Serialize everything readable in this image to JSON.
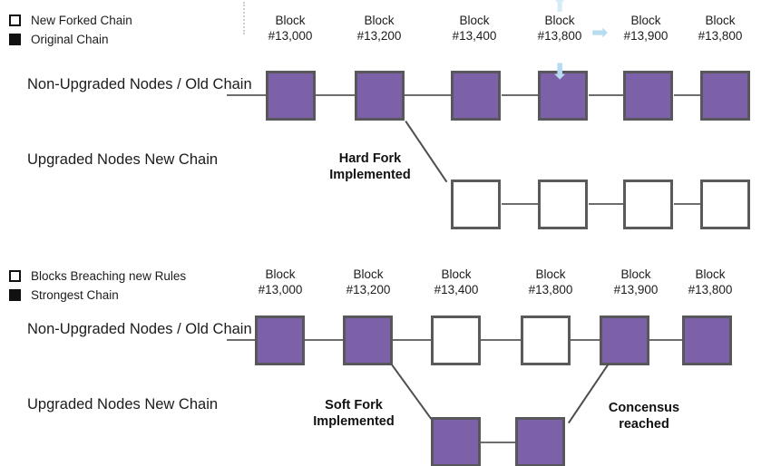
{
  "diagram": {
    "title_visible": false,
    "colors": {
      "block_purple": "#7d61a8",
      "block_white": "#ffffff",
      "block_border": "#58575c",
      "connector": "#6d6d6d",
      "text": "#1c1c1c",
      "cursor_arrow": "#b7dcf2"
    }
  },
  "hard_fork_section": {
    "legend": [
      {
        "swatch": "hollow-square",
        "label": "New Forked Chain"
      },
      {
        "swatch": "filled-square",
        "label": "Original Chain"
      }
    ],
    "row_labels": [
      {
        "line1": "Non-Upgraded",
        "line2": "Nodes / Old Chain"
      },
      {
        "line1": "Upgraded Nodes",
        "line2": "New Chain"
      }
    ],
    "old_chain_blocks": [
      {
        "line1": "Block",
        "line2": "#13,000",
        "fill": "purple"
      },
      {
        "line1": "Block",
        "line2": "#13,200",
        "fill": "purple"
      },
      {
        "line1": "Block",
        "line2": "#13,400",
        "fill": "purple"
      },
      {
        "line1": "Block",
        "line2": "#13,800",
        "fill": "purple"
      },
      {
        "line1": "Block",
        "line2": "#13,900",
        "fill": "purple"
      },
      {
        "line1": "Block",
        "line2": "#13,800",
        "fill": "purple"
      }
    ],
    "new_chain_blocks": [
      {
        "fill": "white"
      },
      {
        "fill": "white"
      },
      {
        "fill": "white"
      },
      {
        "fill": "white"
      }
    ],
    "annotation": {
      "line1": "Hard Fork",
      "line2": "Implemented"
    },
    "cursor_arrows": [
      {
        "name": "down-arrow-cursor",
        "glyph": "⬇"
      },
      {
        "name": "right-arrow-cursor",
        "glyph": "➡"
      },
      {
        "name": "up-arrow-cursor",
        "glyph": "⬆"
      }
    ]
  },
  "soft_fork_section": {
    "legend": [
      {
        "swatch": "hollow-square",
        "label": "Blocks Breaching new Rules"
      },
      {
        "swatch": "filled-square",
        "label": "Strongest Chain"
      }
    ],
    "row_labels": [
      {
        "line1": "Non-Upgraded",
        "line2": "Nodes / Old Chain"
      },
      {
        "line1": "Upgraded Nodes",
        "line2": "New Chain"
      }
    ],
    "old_chain_blocks": [
      {
        "line1": "Block",
        "line2": "#13,000",
        "fill": "purple"
      },
      {
        "line1": "Block",
        "line2": "#13,200",
        "fill": "purple"
      },
      {
        "line1": "Block",
        "line2": "#13,400",
        "fill": "white"
      },
      {
        "line1": "Block",
        "line2": "#13,800",
        "fill": "white"
      },
      {
        "line1": "Block",
        "line2": "#13,900",
        "fill": "purple"
      },
      {
        "line1": "Block",
        "line2": "#13,800",
        "fill": "purple"
      }
    ],
    "new_chain_blocks": [
      {
        "fill": "purple"
      },
      {
        "fill": "purple"
      }
    ],
    "annotation_left": {
      "line1": "Soft Fork",
      "line2": "Implemented"
    },
    "annotation_right": {
      "line1": "Concensus",
      "line2": "reached"
    }
  }
}
